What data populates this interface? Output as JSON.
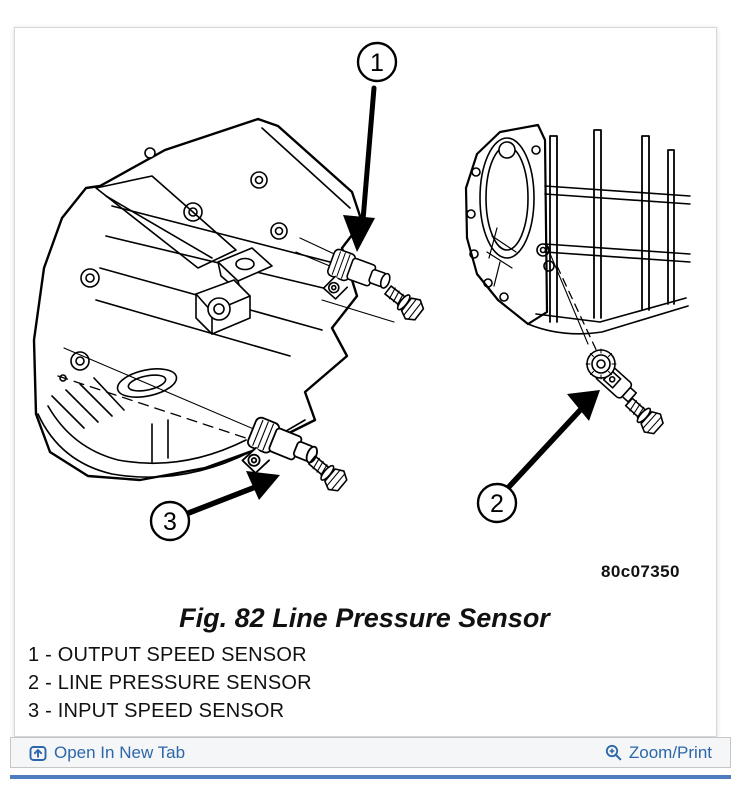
{
  "figure": {
    "image_code": "80c07350",
    "caption": "Fig. 82 Line Pressure Sensor",
    "callouts": {
      "one": "1",
      "two": "2",
      "three": "3"
    },
    "legend": [
      {
        "text": "1 - OUTPUT SPEED SENSOR"
      },
      {
        "text": "2 - LINE PRESSURE SENSOR"
      },
      {
        "text": "3 - INPUT SPEED SENSOR"
      }
    ]
  },
  "toolbar": {
    "open_in_new_tab": "Open In New Tab",
    "zoom_print": "Zoom/Print"
  },
  "colors": {
    "link_blue": "#2b67a9",
    "accent_bar": "#4d7dbe",
    "line_art": "#000000"
  }
}
